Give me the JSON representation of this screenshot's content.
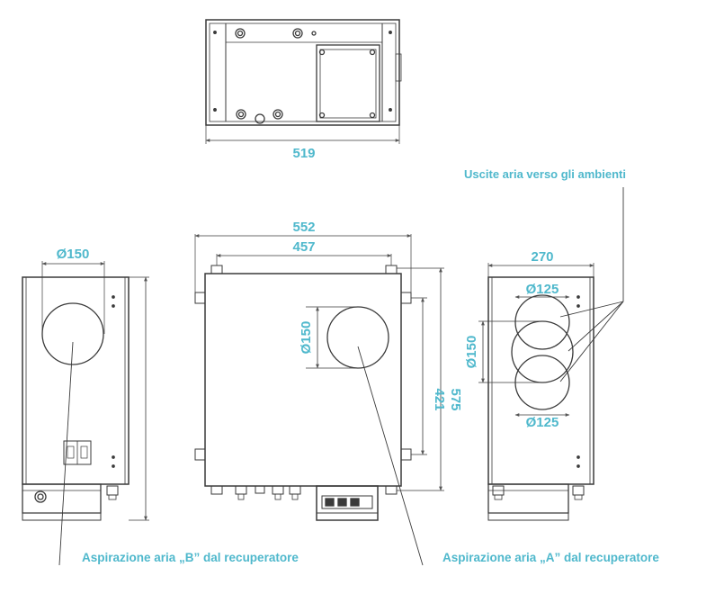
{
  "colors": {
    "accent": "#4fb8cc",
    "line": "#3a3a3a",
    "thin": "#6b6b6b"
  },
  "dimensions": {
    "top_width": "519",
    "front_outer_width": "552",
    "front_inner_width": "457",
    "front_height_outer": "575",
    "front_height_inner": "421",
    "front_duct_diameter": "Ø150",
    "left_duct_diameter": "Ø150",
    "right_width": "270",
    "right_duct_top": "Ø125",
    "right_duct_bottom": "Ø125",
    "right_duct_diameter": "Ø150"
  },
  "labels": {
    "outlets": "Uscite aria verso gli ambienti",
    "intake_b": "Aspirazione aria „B” dal recuperatore",
    "intake_a": "Aspirazione aria „A” dal recuperatore"
  }
}
